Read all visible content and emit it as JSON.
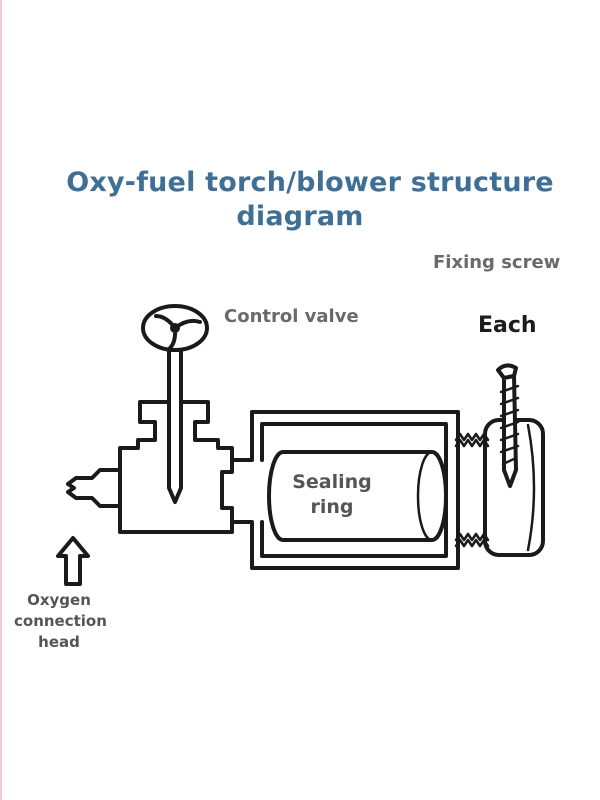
{
  "diagram": {
    "title_line1": "Oxy-fuel torch/blower structure",
    "title_line2": "diagram",
    "labels": {
      "fixing_screw": "Fixing screw",
      "control_valve": "Control valve",
      "each": "Each",
      "sealing_ring_line1": "Sealing",
      "sealing_ring_line2": "ring",
      "oxygen_line1": "Oxygen",
      "oxygen_line2": "connection",
      "oxygen_line3": "head"
    }
  },
  "colors": {
    "title": "#3f6f95",
    "label": "#6a6a6a",
    "label_dark": "#1c1c1c",
    "line": "#1a1a1a"
  },
  "icons": {
    "valve_handwheel": "handwheel-icon",
    "oxygen_arrow": "arrow-up-icon",
    "screw": "screw-icon"
  }
}
